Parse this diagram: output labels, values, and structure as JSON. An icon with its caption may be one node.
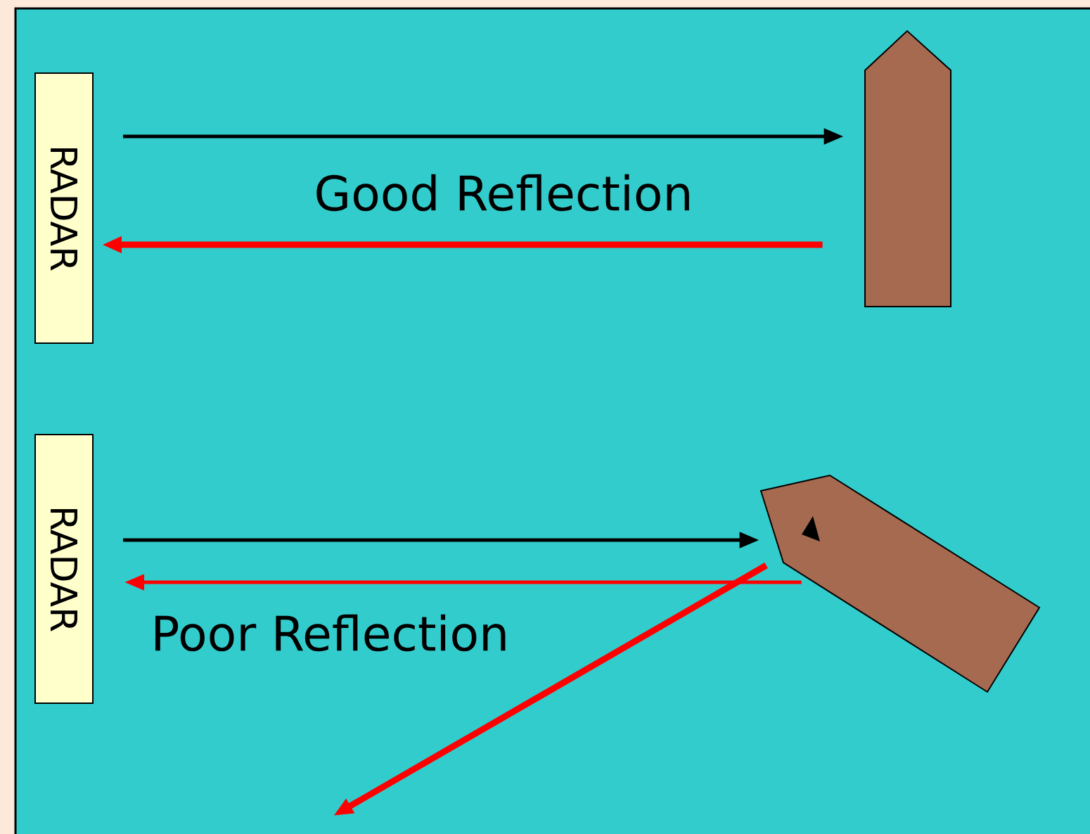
{
  "diagram": {
    "nodes": [
      {
        "text": [
          "RADAR"
        ]
      },
      {
        "text": [],
        "shape": "ship"
      },
      {
        "text": [
          "RADAR"
        ]
      },
      {
        "text": [],
        "shape": "ship"
      }
    ],
    "edges": [
      {
        "from": 0,
        "to": 1,
        "arrow": "to",
        "color": "#000000"
      },
      {
        "from": 1,
        "to": 0,
        "arrow": "to",
        "style": "thick",
        "color": "#ff0000"
      },
      {
        "from": 2,
        "to": 3,
        "arrow": "to",
        "color": "#000000"
      },
      {
        "from": 3,
        "to": 2,
        "arrow": "to",
        "color": "#ff0000"
      },
      {
        "from": 3,
        "to": null,
        "arrow": "to",
        "style": "thick",
        "color": "#ff0000"
      }
    ],
    "labels": [
      "Good Reflection",
      "Poor Reflection"
    ]
  }
}
